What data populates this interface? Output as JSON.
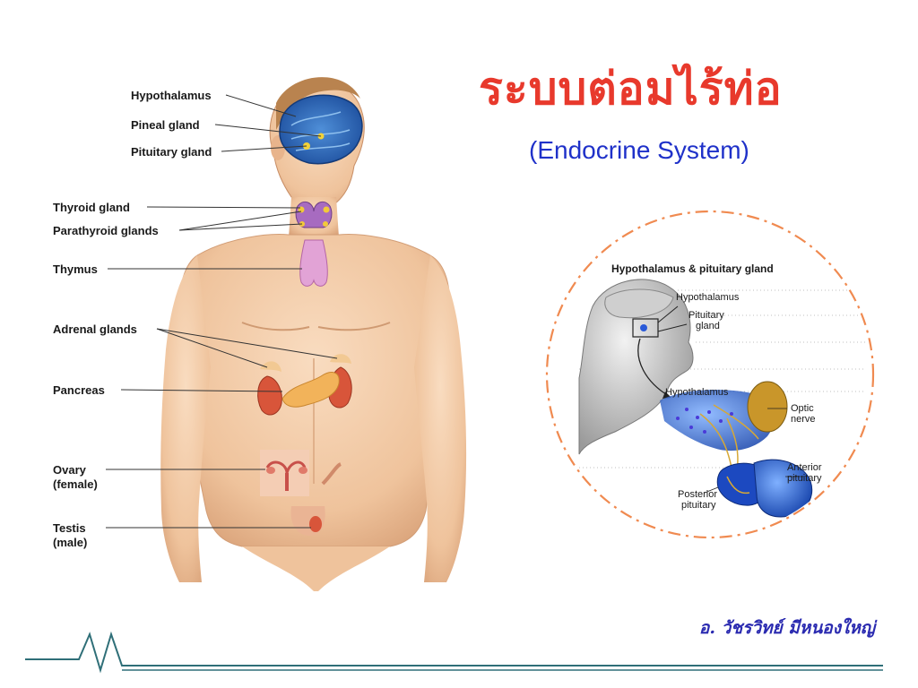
{
  "slide": {
    "title": "ระบบต่อมไร้ท่อ",
    "subtitle": "(Endocrine System)",
    "author": "อ. วัชรวิทย์ มีหนองใหญ่"
  },
  "body_labels": {
    "hypothalamus": "Hypothalamus",
    "pineal": "Pineal gland",
    "pituitary": "Pituitary gland",
    "thyroid": "Thyroid gland",
    "parathyroid": "Parathyroid glands",
    "thymus": "Thymus",
    "adrenal": "Adrenal glands",
    "pancreas": "Pancreas",
    "ovary": "Ovary",
    "ovary_note": "(female)",
    "testis": "Testis",
    "testis_note": "(male)"
  },
  "detail_diagram": {
    "title": "Hypothalamus & pituitary gland",
    "hypothalamus_top": "Hypothalamus",
    "pituitary_line1": "Pituitary",
    "pituitary_line2": "gland",
    "hypothalamus_zoom": "Hypothalamus",
    "optic_line1": "Optic",
    "optic_line2": "nerve",
    "anterior_line1": "Anterior",
    "anterior_line2": "pituitary",
    "posterior_line1": "Posterior",
    "posterior_line2": "pituitary"
  },
  "colors": {
    "title": "#e8392c",
    "subtitle": "#1f31c9",
    "author": "#2a2ab0",
    "circle_border": "#f08a50",
    "footer_line": "#2f6f78"
  }
}
